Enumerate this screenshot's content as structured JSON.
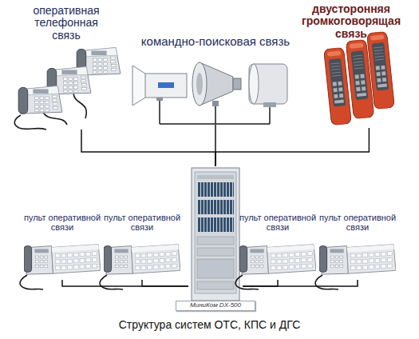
{
  "diagram": {
    "caption": "Структура систем ОТС, КПС и ДГС",
    "nodes": [
      {
        "text": [
          "оперативная телефонная связь"
        ]
      },
      {
        "text": [
          "командно-поисковая связь"
        ]
      },
      {
        "text": [
          "двусторонняя громкоговорящая связь"
        ]
      },
      {
        "text": [
          "МиниКом DX-500"
        ]
      },
      {
        "text": [
          "пульт оперативной связи"
        ]
      },
      {
        "text": [
          "пульт оперативной связи"
        ]
      },
      {
        "text": [
          "пульт оперативной связи"
        ]
      },
      {
        "text": [
          "пульт оперативной связи"
        ]
      }
    ],
    "edges": [
      {
        "from": 0,
        "to": 3,
        "arrow": "none"
      },
      {
        "from": 1,
        "to": 3,
        "arrow": "none"
      },
      {
        "from": 2,
        "to": 3,
        "arrow": "none"
      },
      {
        "from": 3,
        "to": 4,
        "arrow": "none"
      },
      {
        "from": 3,
        "to": 5,
        "arrow": "none"
      },
      {
        "from": 3,
        "to": 6,
        "arrow": "none"
      },
      {
        "from": 3,
        "to": 7,
        "arrow": "none"
      }
    ]
  }
}
